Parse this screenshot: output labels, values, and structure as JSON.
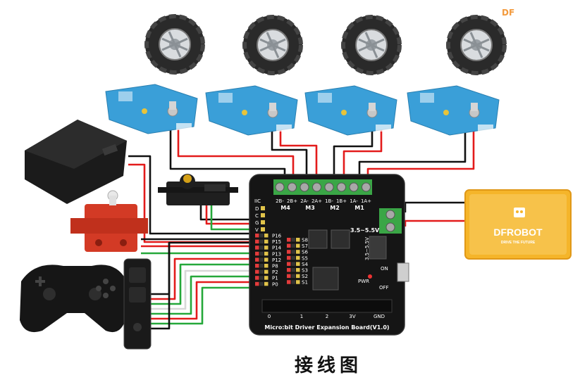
{
  "watermark": "DF",
  "caption": "接线图",
  "board": {
    "name": "Micro:bit Driver Expansion Board(V1.0)",
    "motor_terminals": [
      "2B-",
      "2B+",
      "2A-",
      "2A+",
      "1B-",
      "1B+",
      "1A-",
      "1A+"
    ],
    "motor_labels": [
      "M4",
      "M3",
      "M2",
      "M1"
    ],
    "voltage_label_1": "3.5~5.5V",
    "voltage_label_2": "3.5~5.5V",
    "pin_header_labels": [
      "P16",
      "P15",
      "P14",
      "P13",
      "P12",
      "P8",
      "P2",
      "P1",
      "P0"
    ],
    "servo_labels": [
      "S8",
      "S7",
      "S6",
      "S5",
      "S4",
      "S3",
      "S2",
      "S1"
    ],
    "power_switch_on": "ON",
    "power_switch_off": "OFF",
    "pwr_label": "PWR",
    "edge_labels": [
      "0",
      "1",
      "2",
      "3V",
      "GND"
    ],
    "i2c_header": "IIC",
    "i2c_pins": [
      "D",
      "C",
      "G",
      "V"
    ]
  },
  "battery": {
    "brand": "DFROBOT",
    "slogan": "DRIVE THE FUTURE"
  },
  "colors": {
    "board": "#151515",
    "terminal_green": "#3aa646",
    "motor_blue": "#3a9fd8",
    "wheel_dark": "#2a2a2a",
    "battery_yellow": "#f5b52a",
    "wire_red": "#e31b1b",
    "wire_black": "#111111",
    "wire_green": "#25a83a",
    "wire_white": "#d8d8d8",
    "geared_motor_red": "#d33a25"
  }
}
